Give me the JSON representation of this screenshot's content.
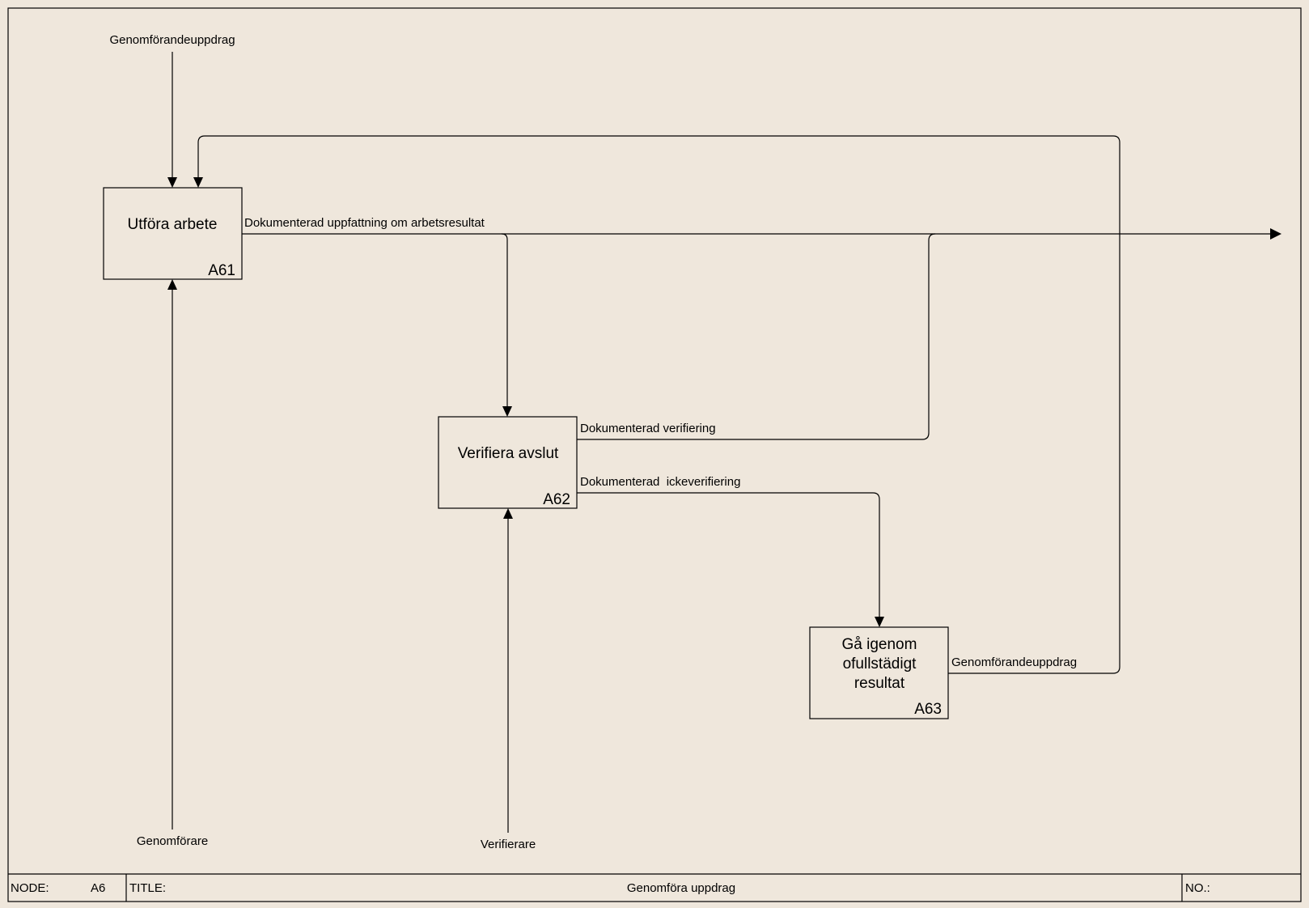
{
  "boxes": [
    {
      "title_lines": [
        "Utföra arbete"
      ],
      "node": "A61"
    },
    {
      "title_lines": [
        "Verifiera avslut"
      ],
      "node": "A62"
    },
    {
      "title_lines": [
        "Gå igenom",
        "ofullstädigt",
        "resultat"
      ],
      "node": "A63"
    }
  ],
  "arrows": {
    "control_top": "Genomförandeuppdrag",
    "output_a61": "Dokumenterad uppfattning om arbetsresultat",
    "output_a62_verified": "Dokumenterad verifiering",
    "output_a62_not_verified": "Dokumenterad  ickeverifiering",
    "output_a63": "Genomförandeuppdrag",
    "mechanism_a61": "Genomförare",
    "mechanism_a62": "Verifierare"
  },
  "footer": {
    "node_label": "NODE:",
    "node_value": "A6",
    "title_label": "TITLE:",
    "title_value": "Genomföra uppdrag",
    "no_label": "NO.:"
  }
}
